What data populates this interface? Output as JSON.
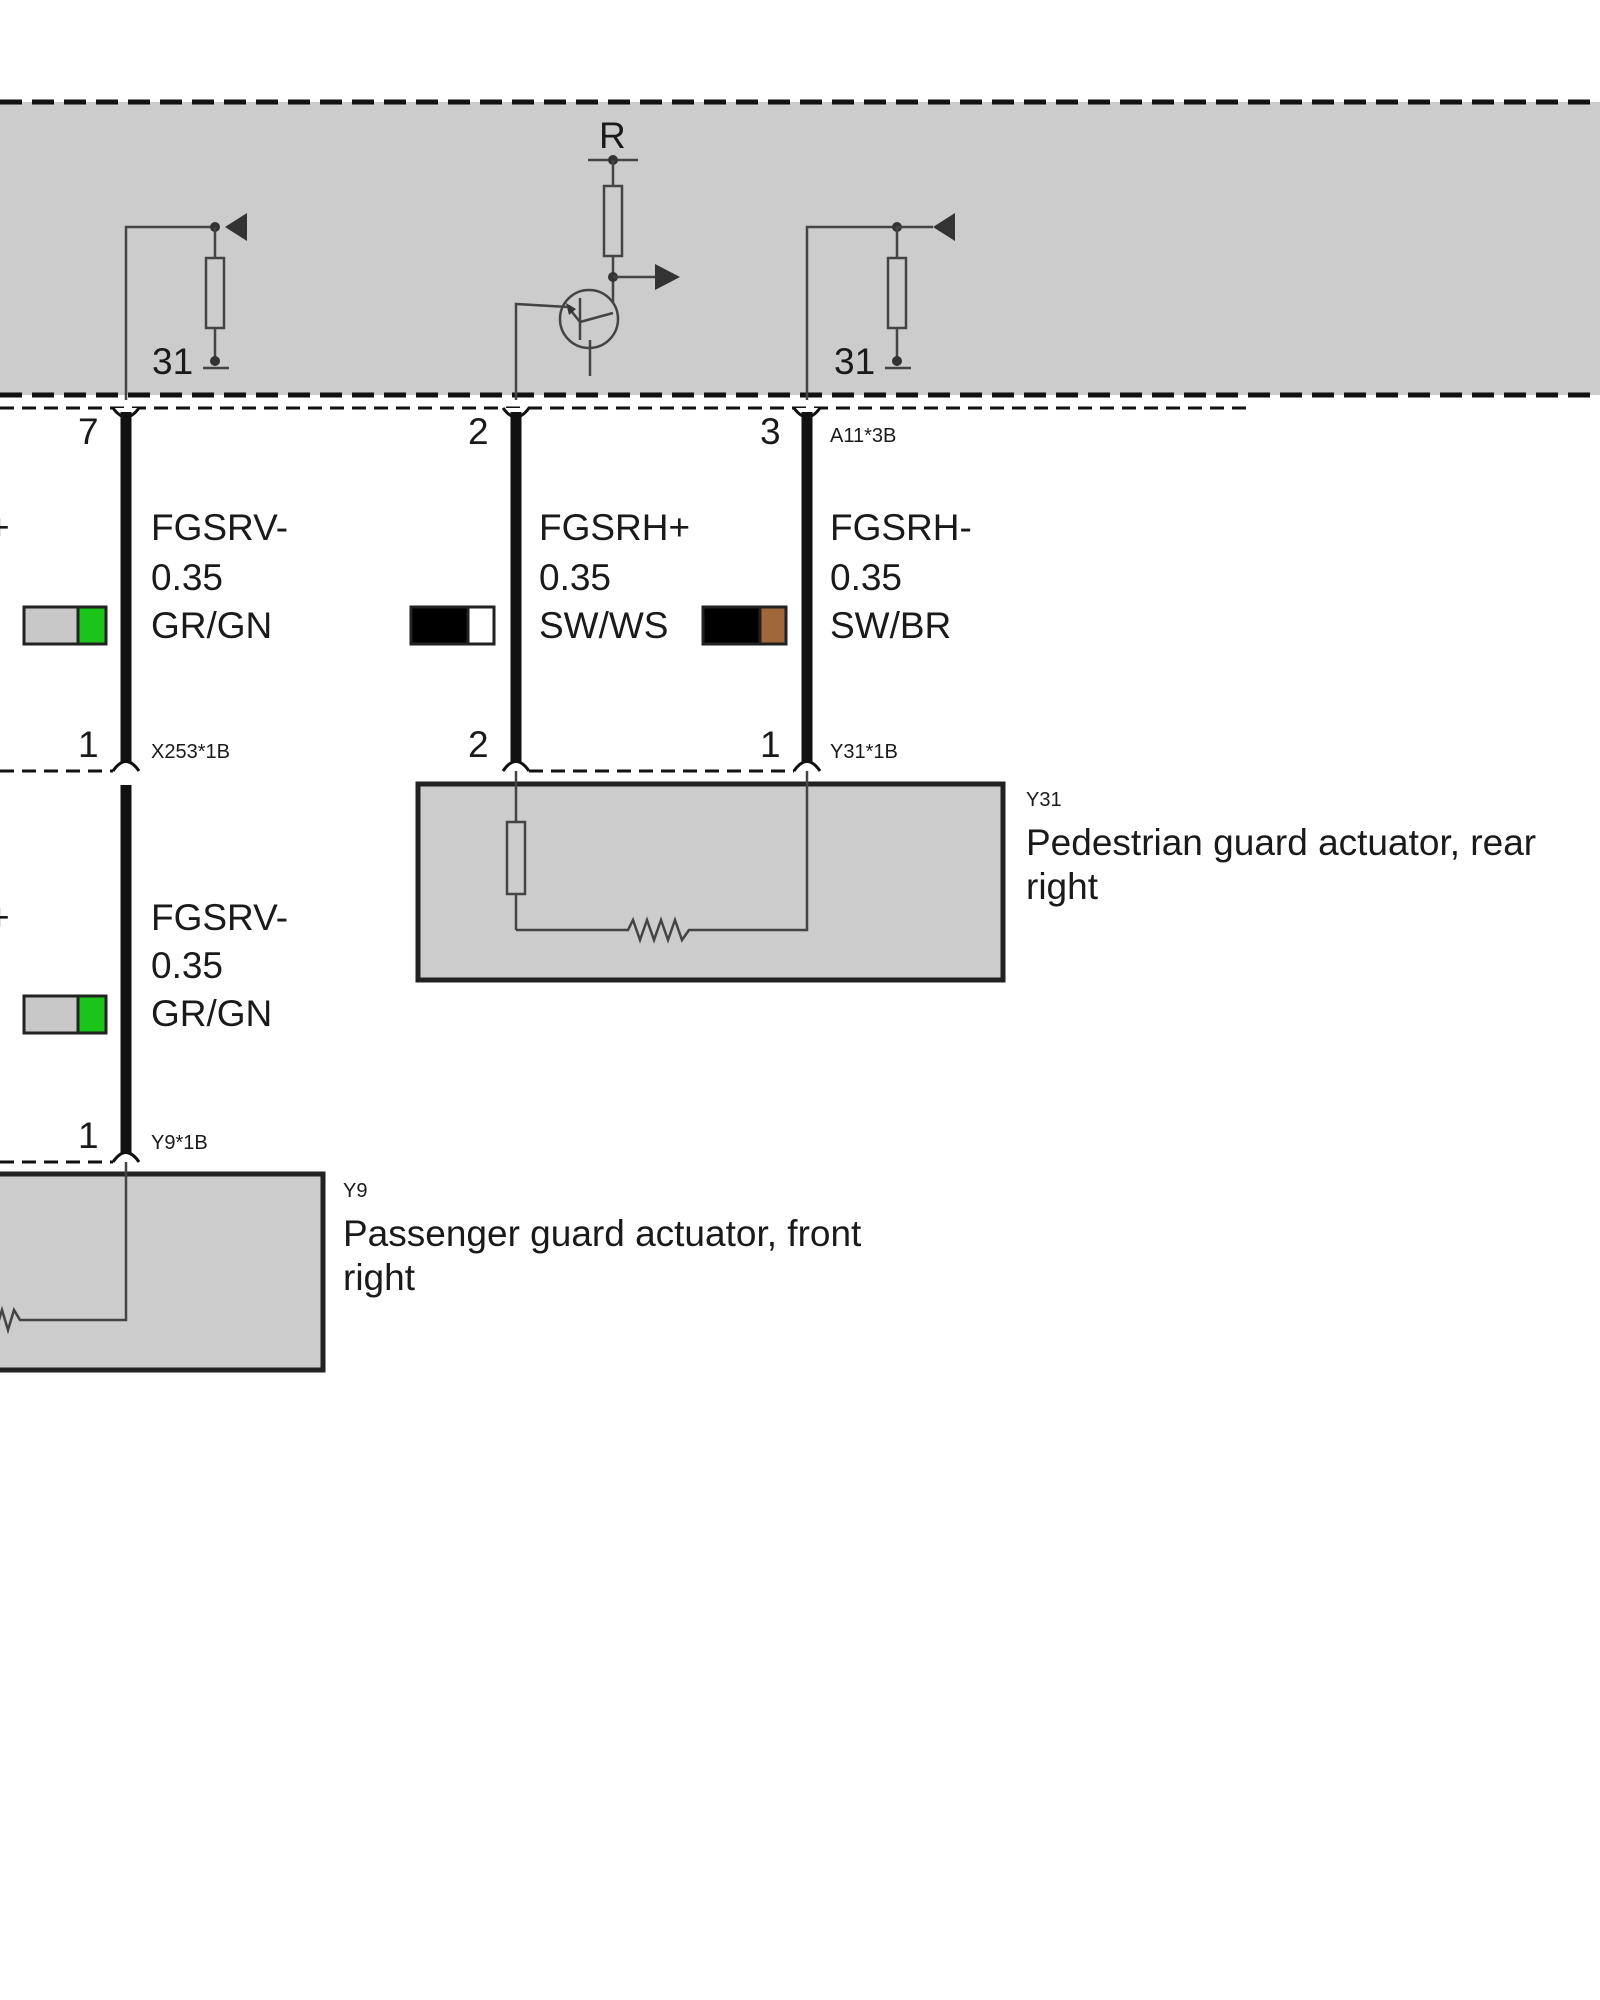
{
  "module_top": {
    "transistor_label": "R",
    "ground_left": "31",
    "ground_right": "31"
  },
  "connectors": {
    "a11": "A11*3B",
    "x253": "X253*1B",
    "y31": "Y31*1B",
    "y9": "Y9*1B"
  },
  "pins": {
    "a11_pin7": "7",
    "a11_pin2": "2",
    "a11_pin3": "3",
    "x253_pin1": "1",
    "y31_pin2": "2",
    "y31_pin1": "1",
    "y9_pin1": "1"
  },
  "wires": [
    {
      "signal": "FGSRV-",
      "gauge": "0.35",
      "color_code": "GR/GN",
      "swatch": [
        "#c8c8c8",
        "#1bc41b"
      ]
    },
    {
      "signal": "FGSRH+",
      "gauge": "0.35",
      "color_code": "SW/WS",
      "swatch": [
        "#000000",
        "#ffffff"
      ]
    },
    {
      "signal": "FGSRH-",
      "gauge": "0.35",
      "color_code": "SW/BR",
      "swatch": [
        "#000000",
        "#a0683a"
      ]
    },
    {
      "signal": "FGSRV-",
      "gauge": "0.35",
      "color_code": "GR/GN",
      "swatch": [
        "#c8c8c8",
        "#1bc41b"
      ]
    }
  ],
  "cut_off_labels": [
    "+",
    "+"
  ],
  "components": {
    "y31": {
      "id": "Y31",
      "name_line1": "Pedestrian guard actuator, rear",
      "name_line2": "right"
    },
    "y9": {
      "id": "Y9",
      "name_line1": "Passenger guard actuator, front",
      "name_line2": "right"
    }
  }
}
